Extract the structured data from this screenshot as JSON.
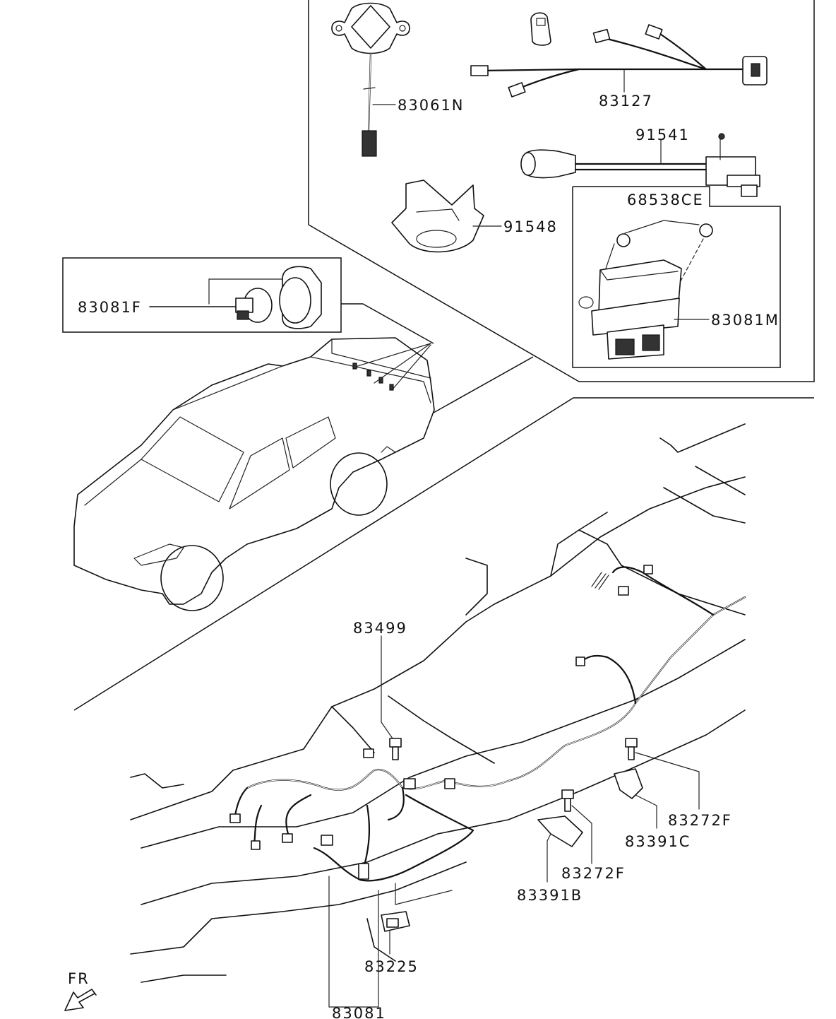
{
  "labels": {
    "p83061N": "83061N",
    "p83127": "83127",
    "p91541": "91541",
    "p91548": "91548",
    "p68538CE": "68538CE",
    "p83081M": "83081M",
    "p83081F": "83081F",
    "p83499": "83499",
    "p83272F_a": "83272F",
    "p83391C": "83391C",
    "p83272F_b": "83272F",
    "p83391B": "83391B",
    "p83225": "83225",
    "p83081": "83081",
    "fr": "FR"
  }
}
